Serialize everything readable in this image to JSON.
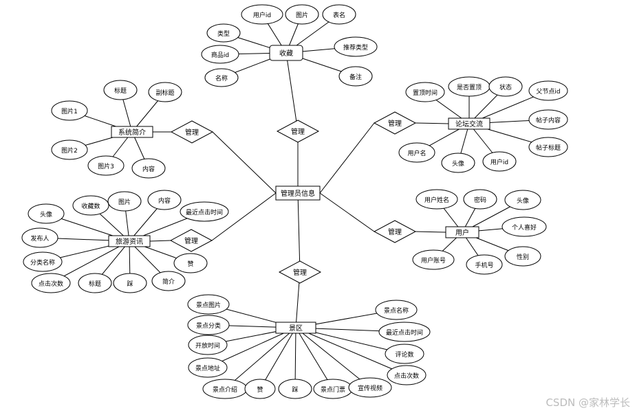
{
  "center": {
    "label": "管理员信息"
  },
  "relation_label": "管理",
  "entities": [
    {
      "name": "collection",
      "label": "收藏",
      "attributes": [
        "用户id",
        "图片",
        "表名",
        "类型",
        "商品id",
        "推荐类型",
        "名称",
        "备注"
      ]
    },
    {
      "name": "system-intro",
      "label": "系统简介",
      "attributes": [
        "标题",
        "副标题",
        "图片1",
        "图片2",
        "图片3",
        "内容"
      ]
    },
    {
      "name": "forum",
      "label": "论坛交流",
      "attributes": [
        "置顶时间",
        "是否置顶",
        "状态",
        "父节点id",
        "帖子内容",
        "帖子标题",
        "用户名",
        "头像",
        "用户id"
      ]
    },
    {
      "name": "travel-news",
      "label": "旅游资讯",
      "attributes": [
        "头像",
        "收藏数",
        "图片",
        "内容",
        "最近点击时间",
        "发布人",
        "分类名称",
        "点击次数",
        "标题",
        "踩",
        "简介",
        "赞"
      ]
    },
    {
      "name": "user",
      "label": "用户",
      "attributes": [
        "用户姓名",
        "密码",
        "头像",
        "个人喜好",
        "性别",
        "用户账号",
        "手机号"
      ]
    },
    {
      "name": "scenic-area",
      "label": "景区",
      "attributes": [
        "景点图片",
        "景点分类",
        "开放时间",
        "景点地址",
        "景点介绍",
        "赞",
        "踩",
        "景点门票",
        "宣传视频",
        "景点名称",
        "最近点击时间",
        "评论数",
        "点击次数"
      ]
    }
  ],
  "watermark": "CSDN @家林学长"
}
